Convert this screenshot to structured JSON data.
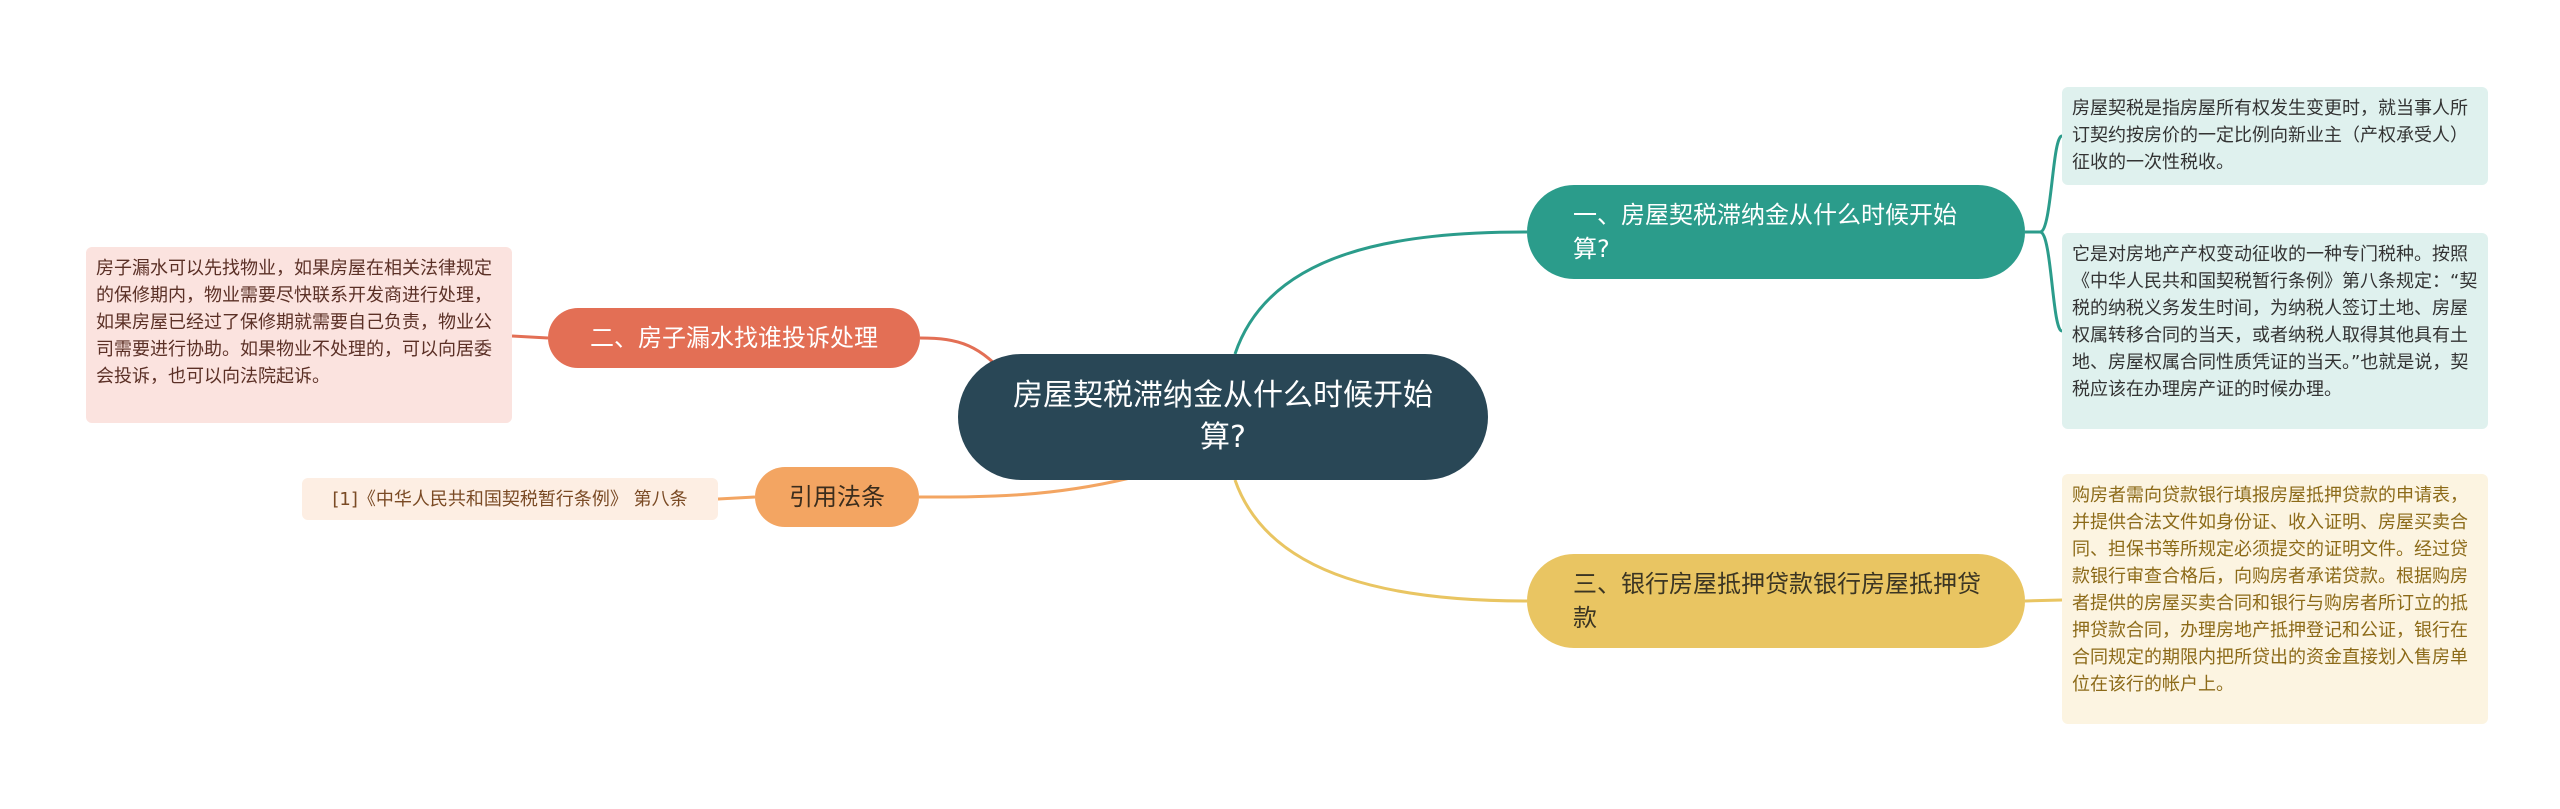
{
  "center": {
    "label": "房屋契税滞纳金从什么时候开始算?"
  },
  "branches": {
    "b1": {
      "label": "一、房屋契税滞纳金从什么时候开始算?",
      "notes": [
        "房屋契税是指房屋所有权发生变更时，就当事人所订契约按房价的一定比例向新业主（产权承受人）征收的一次性税收。",
        "它是对房地产产权变动征收的一种专门税种。按照《中华人民共和国契税暂行条例》第八条规定：“契税的纳税义务发生时间，为纳税人签订土地、房屋权属转移合同的当天，或者纳税人取得其他具有土地、房屋权属合同性质凭证的当天。”也就是说，契税应该在办理房产证的时候办理。"
      ]
    },
    "b2": {
      "label": "二、房子漏水找谁投诉处理",
      "note": "房子漏水可以先找物业，如果房屋在相关法律规定的保修期内，物业需要尽快联系开发商进行处理，如果房屋已经过了保修期就需要自己负责，物业公司需要进行协助。如果物业不处理的，可以向居委会投诉，也可以向法院起诉。"
    },
    "b3": {
      "label": "三、银行房屋抵押贷款银行房屋抵押贷款",
      "note": "购房者需向贷款银行填报房屋抵押贷款的申请表，并提供合法文件如身份证、收入证明、房屋买卖合同、担保书等所规定必须提交的证明文件。经过贷款银行审查合格后，向购房者承诺贷款。根据购房者提供的房屋买卖合同和银行与购房者所订立的抵押贷款合同，办理房地产抵押登记和公证，银行在合同规定的期限内把所贷出的资金直接划入售房单位在该行的帐户上。"
    },
    "b4": {
      "label": "引用法条",
      "note": "[1]《中华人民共和国契税暂行条例》 第八条"
    }
  },
  "colors": {
    "center": "#294756",
    "branch_1": "#2b9c8b",
    "branch_2": "#e36f55",
    "branch_3": "#e9c562",
    "branch_4": "#f3a562"
  }
}
